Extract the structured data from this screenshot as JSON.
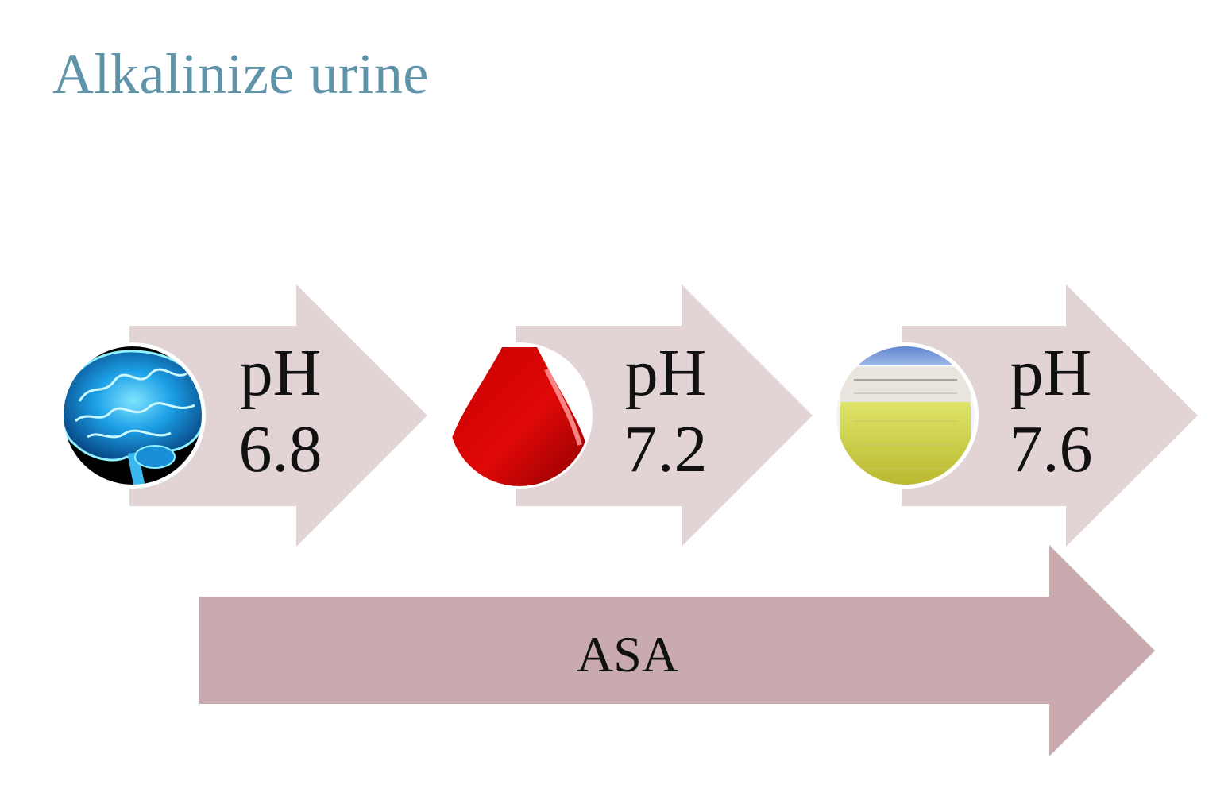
{
  "title": "Alkalinize urine",
  "steps": [
    {
      "icon": "brain-icon",
      "label": "pH",
      "value": "6.8"
    },
    {
      "icon": "blood-drop-icon",
      "label": "pH",
      "value": "7.2"
    },
    {
      "icon": "urine-cup-icon",
      "label": "pH",
      "value": "7.6"
    }
  ],
  "bottom_arrow": {
    "label": "ASA"
  },
  "colors": {
    "title": "#5e93a8",
    "step_arrow": "#e2d3d5",
    "bottom_arrow": "#c9aaae",
    "text": "#111111"
  }
}
